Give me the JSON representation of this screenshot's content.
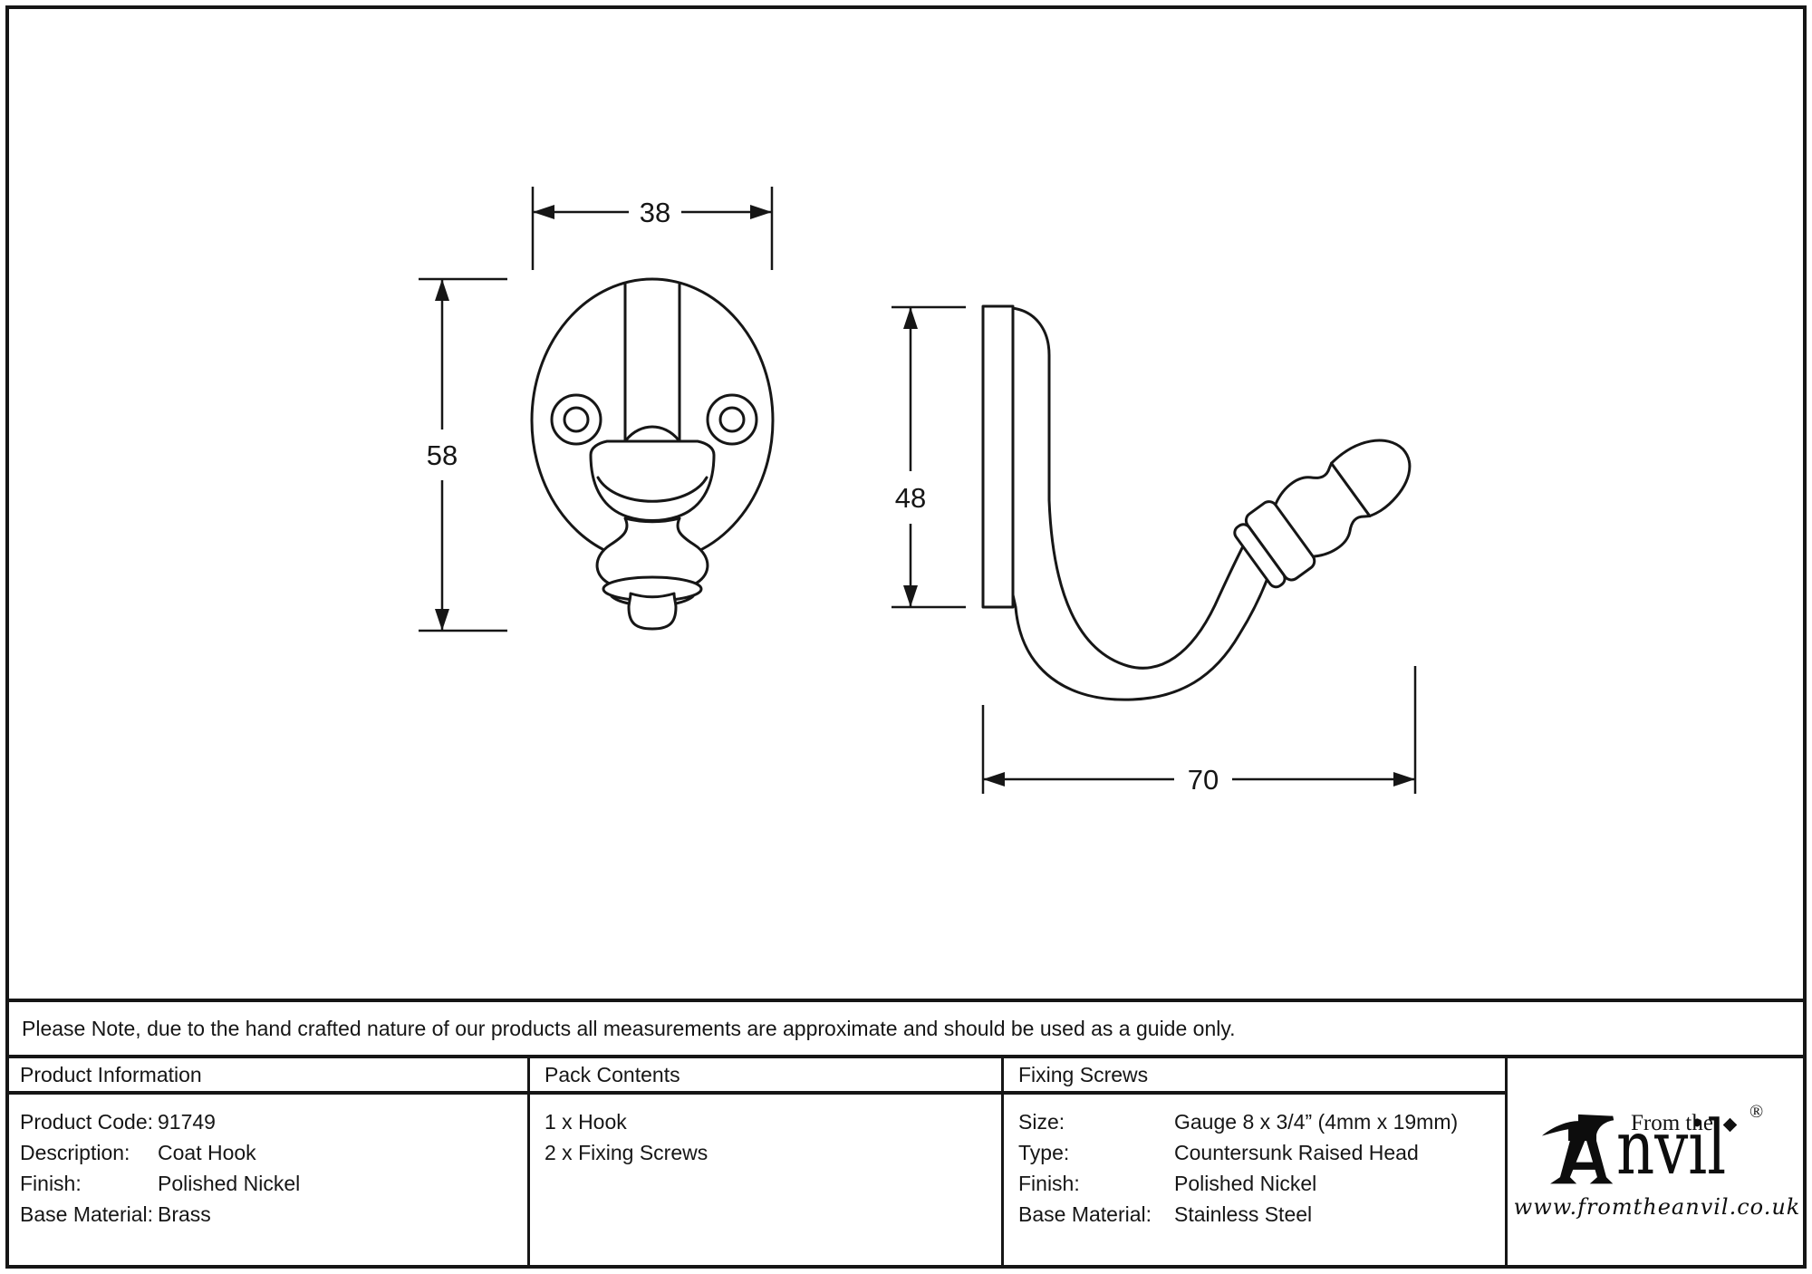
{
  "drawing": {
    "front_view": {
      "width_dim": "38",
      "height_dim": "58"
    },
    "side_view": {
      "plate_height_dim": "48",
      "projection_dim": "70"
    }
  },
  "note": "Please Note, due to the hand crafted nature of our products all measurements are approximate and should be used as a guide only.",
  "table": {
    "product_information": {
      "header": "Product Information",
      "rows": [
        {
          "label": "Product Code:",
          "value": "91749"
        },
        {
          "label": "Description:",
          "value": "Coat Hook"
        },
        {
          "label": "Finish:",
          "value": "Polished Nickel"
        },
        {
          "label": "Base Material:",
          "value": "Brass"
        }
      ]
    },
    "pack_contents": {
      "header": "Pack Contents",
      "items": [
        "1 x Hook",
        "2 x Fixing Screws"
      ]
    },
    "fixing_screws": {
      "header": "Fixing Screws",
      "rows": [
        {
          "label": "Size:",
          "value": "Gauge 8 x 3/4” (4mm x 19mm)"
        },
        {
          "label": "Type:",
          "value": "Countersunk Raised Head"
        },
        {
          "label": "Finish:",
          "value": "Polished Nickel"
        },
        {
          "label": "Base Material:",
          "value": "Stainless Steel"
        }
      ]
    }
  },
  "logo": {
    "prefix": "From the",
    "brand_suffix": "nvil",
    "registered_mark": "®",
    "website": "www.fromtheanvil.co.uk"
  },
  "colors": {
    "line": "#161616",
    "background": "#ffffff"
  }
}
